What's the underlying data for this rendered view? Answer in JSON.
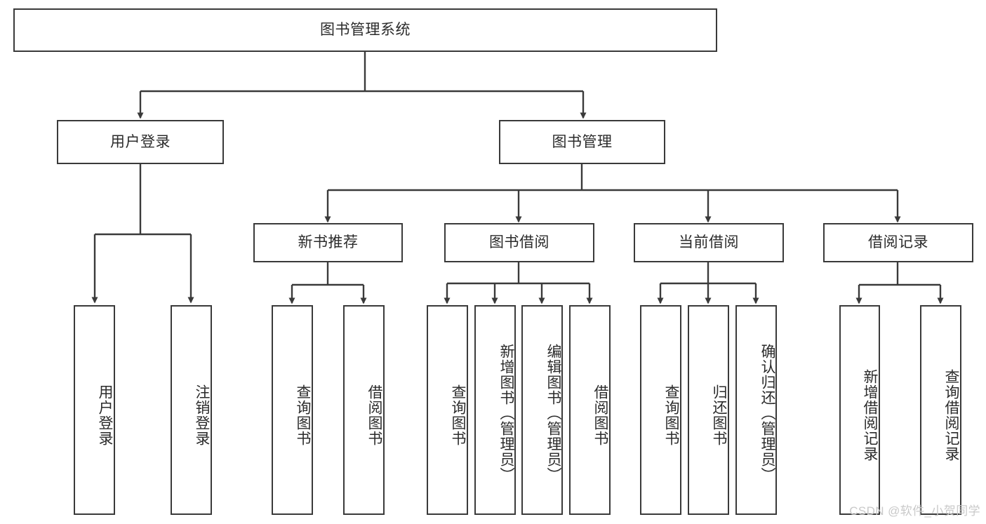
{
  "diagram": {
    "title": "图书管理系统",
    "type": "tree-hierarchy-chart",
    "orientation": "top-down",
    "colors": {
      "box_border": "#3a3a3a",
      "box_fill": "#ffffff",
      "text": "#2b2b2b",
      "edge": "#3a3a3a",
      "watermark": "#c9c9c9",
      "background": "#ffffff"
    }
  },
  "root": {
    "label": "图书管理系统"
  },
  "level2": [
    {
      "label": "用户登录"
    },
    {
      "label": "图书管理"
    }
  ],
  "level3": [
    {
      "label": "新书推荐"
    },
    {
      "label": "图书借阅"
    },
    {
      "label": "当前借阅"
    },
    {
      "label": "借阅记录"
    }
  ],
  "leaves": {
    "user_login": [
      {
        "label": "用户登录"
      },
      {
        "label": "注销登录"
      }
    ],
    "new_book_recommend": [
      {
        "label": "查询图书"
      },
      {
        "label": "借阅图书"
      }
    ],
    "book_borrow": [
      {
        "label": "查询图书"
      },
      {
        "label": "新增图书（管理员）"
      },
      {
        "label": "编辑图书（管理员）"
      },
      {
        "label": "借阅图书"
      }
    ],
    "current_borrow": [
      {
        "label": "查询图书"
      },
      {
        "label": "归还图书"
      },
      {
        "label": "确认归还（管理员）"
      }
    ],
    "borrow_record": [
      {
        "label": "新增借阅记录"
      },
      {
        "label": "查询借阅记录"
      }
    ]
  },
  "watermark": {
    "text": "CSDN @软件_小贺同学"
  }
}
